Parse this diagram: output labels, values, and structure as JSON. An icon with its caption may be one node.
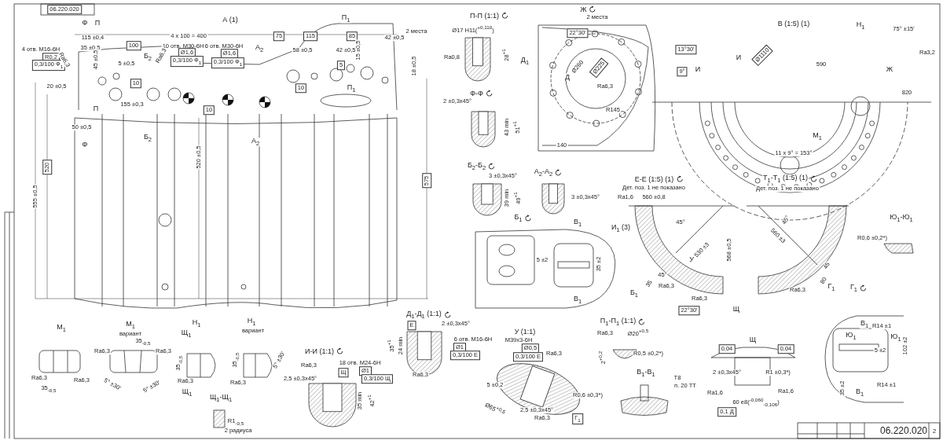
{
  "diagram": {
    "labels": [
      "06.220.020",
      "А (1)",
      "Ф",
      "П",
      "П$_{1}$",
      "115 ±0,4",
      "4 x 100 = 400",
      "75",
      "115",
      "85",
      "42 ±0,5",
      "2 места",
      "35 ±0,5",
      "100",
      "10 отв. М30-6Н",
      "6 отв. М30-6Н",
      "А$_{2}$",
      "58 ±0,5",
      "42 ±0,5",
      "15 ±0,5",
      "4 отв. М16-6Н",
      "R0,2",
      "0,3/100 Ф$_{1}$",
      "Ra6,3",
      "Ø1,6",
      "0,3/100 Ф$_{1}$",
      "Ra6,3",
      "Ø1,6",
      "0,3/100 Ф$_{1}$",
      "45 ±0,5",
      "5 ±0,5",
      "Б$_{2}$",
      "18 ±0,5",
      "5",
      "10",
      "10",
      "П$_{1}$",
      "20 ±0,5",
      "155 ±0,3",
      "П",
      "10",
      "50 ±0,5",
      "Ф",
      "Б$_{2}$",
      "А$_{2}$",
      "555 ±0,5",
      "520",
      "520 ±0,5",
      "575",
      "П-П (1:1)",
      "Ø17 Н11($^{+0,110}$)",
      "Ra0,8",
      "28$^{+1}$",
      "Ф-Ф",
      "2 ±0,3x45°",
      "43 min",
      "51$^{+1}$",
      "Ж",
      "2 места",
      "22°30'",
      "Д$_{1}$",
      "Ø260",
      "Ø225",
      "Д",
      "Ra6,3",
      "R145",
      "140",
      "В (1:5) (1)",
      "Н$_{1}$",
      "75° ±15'",
      "13°30'",
      "И",
      "Ø1110",
      "Ra3,2",
      "9°",
      "И",
      "590",
      "Ж",
      "820",
      "М$_{1}$",
      "11 x 9° = 153°",
      "Б$_{2}$-Б$_{2}$",
      "3 ±0,3x45°",
      "39 min",
      "49$^{+1}$",
      "А$_{2}$-А$_{2}$",
      "3 ±0,3x45°",
      "Б$_{1}$",
      "В$_{1}$",
      "5 ±2",
      "35 ±2",
      "В$_{1}$",
      "Е-Е (1:5) (1)",
      "Дет. поз. 1 не показано",
      "Т$_{1}$-Т$_{1}$ (1:5) (1)",
      "Дет. поз. 1 не показано",
      "Ra1,6",
      "560 ±0,8",
      "И$_{1}$ (3)",
      "45°",
      "530 ±3",
      "568 ±0,5",
      "У",
      "35",
      "45°",
      "Ra6,3",
      "Б$_{1}$",
      "Ra6,3",
      "22°30'",
      "Щ",
      "45°",
      "560 ±3",
      "45",
      "80",
      "Ra6,3",
      "Г$_{1}$",
      "Ю$_{1}$-Ю$_{1}$",
      "R0,6 ±0,2*)",
      "Г$_{1}$",
      "М$_{1}$",
      "Ra6,3",
      "Ra6,3",
      "35$_{-0,5}$",
      "М$_{1}$",
      "вариант",
      "35$_{-0,5}$",
      "Ra6,3",
      "Ra6,3",
      "5° ±30'",
      "5° ±30'",
      "Н$_{1}$",
      "Щ$_{1}$",
      "35$_{-0,5}$",
      "Ra6,3",
      "Щ$_{1}$",
      "Н$_{1}$",
      "вариант",
      "35$_{-0,5}$",
      "Ra6,3",
      "5° ±30'",
      "Щ$_{1}$-Щ$_{1}$",
      "R1$_{-0,5}$",
      "2 радиуса",
      "Д$_{1}$-Д$_{1}$ (1:1)",
      "Е",
      "2 ±0,3x45°",
      "6 отв. М16-6Н",
      "Ø1",
      "0,3/100 Е",
      "35$^{+1}$",
      "24 min",
      "Ra6,3",
      "И-И (1:1)",
      "Ra6,3",
      "18 отв. М24-6Н",
      "Ø1",
      "0,3/100 Щ",
      "Щ",
      "2,5 ±0,3x45°",
      "35 min",
      "42$^{+1}$",
      "У (1:1)",
      "М39x3-6Н",
      "Ø0,5",
      "0,3/100 Е",
      "Ra6,3",
      "5 ±0,2",
      "R0,6 ±0,3*)",
      "Ø65$^{+0,5}$",
      "2,5 ±0,3x45°",
      "Ra6,3",
      "Г$_{1}$",
      "П$_{1}$-П$_{1}$ (1:1)",
      "Ra6,3",
      "Ø20$^{+0,5}$",
      "2$^{+0,2}$",
      "R0,5 ±0,2*)",
      "В$_{1}$-В$_{1}$",
      "T8",
      "п. 20 ТТ",
      "Щ",
      "0,04",
      "0,04",
      "2 ±0,3x45°",
      "R1 ±0,3*)",
      "Ra1,6",
      "Ra1,6",
      "60 e8($^{-0,060}$$_{-0,106}$)",
      "0,1 Д",
      "В$_{1}$",
      "R14 ±1",
      "Ю$_{1}$",
      "Ю$_{1}$",
      "102 ±2",
      "5 ±2",
      "35 ±2",
      "В$_{1}$",
      "R14 ±1",
      "06.220.020",
      "2"
    ]
  }
}
